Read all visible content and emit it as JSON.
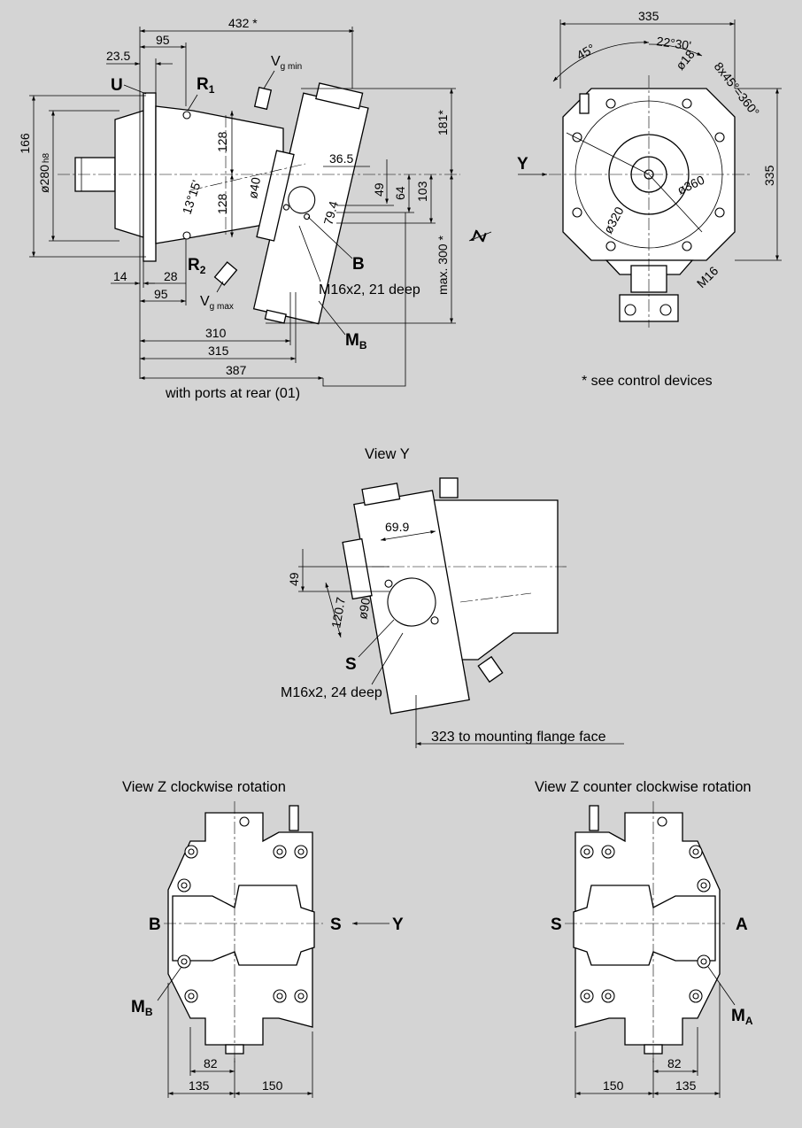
{
  "side_view": {
    "dims": {
      "d432": "432 *",
      "d95top": "95",
      "d23_5": "23.5",
      "d166": "166",
      "d280": "ø280",
      "d280_tol": "h8",
      "d128a": "128",
      "d128b": "128",
      "dAngle": "13°15'",
      "d40": "ø40",
      "d36_5": "36.5",
      "d79_4": "79.4",
      "d49": "49",
      "d64": "64",
      "d103": "103",
      "d181": "181*",
      "dMax300": "max. 300 *",
      "d14": "14",
      "d28": "28",
      "d95bot": "95",
      "d310": "310",
      "d315": "315",
      "d387": "387"
    },
    "labels": {
      "U": "U",
      "R1": "R",
      "R1_sub": "1",
      "R2": "R",
      "R2_sub": "2",
      "Vgmin": "V",
      "Vgmin_sub": "g min",
      "Vgmax": "V",
      "Vgmax_sub": "g max",
      "B": "B",
      "MB": "M",
      "MB_sub": "B",
      "thread": "M16x2, 21 deep",
      "Z": "Z",
      "ports_rear": "with ports at rear (01)"
    }
  },
  "front_view": {
    "dims": {
      "d335top": "335",
      "d45": "45°",
      "d22_30": "22°30'",
      "d18": "ø18",
      "d8x45": "8x45°=360°",
      "d335right": "335",
      "d360": "ø360",
      "d320": "ø320",
      "dM16": "M16"
    },
    "labels": {
      "Y": "Y"
    },
    "note": "* see control devices"
  },
  "view_y": {
    "title": "View Y",
    "dims": {
      "d69_9": "69.9",
      "d49": "49",
      "d120_7": "120.7",
      "d90": "ø90"
    },
    "labels": {
      "S": "S",
      "thread": "M16x2, 24 deep",
      "flange": "323 to mounting flange face"
    }
  },
  "view_z_cw": {
    "title": "View Z clockwise rotation",
    "labels": {
      "B": "B",
      "S": "S",
      "Y": "Y",
      "MB": "M",
      "MB_sub": "B"
    },
    "dims": {
      "d82": "82",
      "d135": "135",
      "d150": "150"
    }
  },
  "view_z_ccw": {
    "title": "View Z counter clockwise rotation",
    "labels": {
      "S": "S",
      "A": "A",
      "MA": "M",
      "MA_sub": "A"
    },
    "dims": {
      "d82": "82",
      "d150": "150",
      "d135": "135"
    }
  }
}
